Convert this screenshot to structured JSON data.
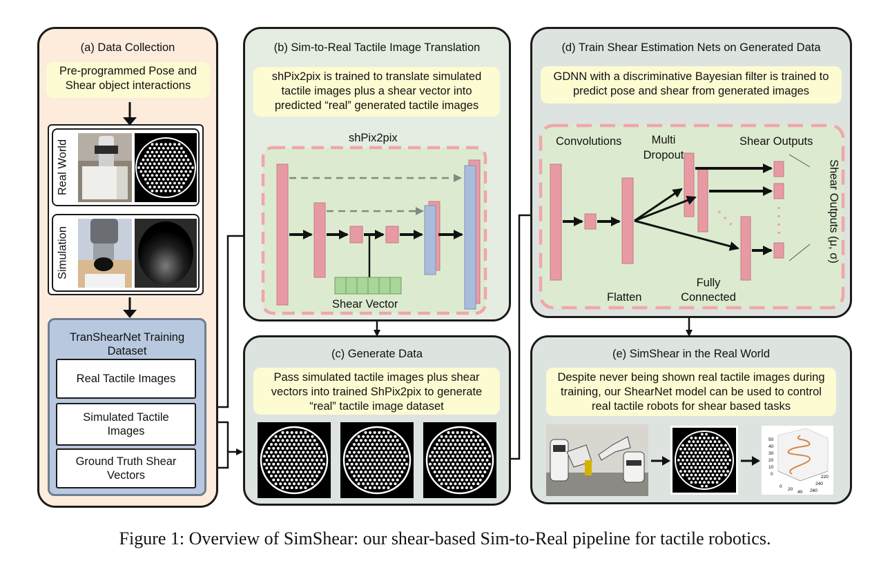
{
  "panel_a": {
    "title": "(a) Data Collection",
    "note": "Pre-programmed Pose and Shear object interactions",
    "real_world_label": "Real World",
    "simulation_label": "Simulation",
    "dataset_title": "TranShearNet Training Dataset",
    "items": [
      "Real Tactile Images",
      "Simulated Tactile Images",
      "Ground Truth Shear Vectors"
    ]
  },
  "panel_b": {
    "title": "(b) Sim-to-Real Tactile Image Translation",
    "note": "shPix2pix is trained to translate simulated tactile images plus a shear vector into predicted “real” generated tactile images",
    "net_label": "shPix2pix",
    "shear_vector_label": "Shear Vector"
  },
  "panel_c": {
    "title": "(c) Generate Data",
    "note": "Pass simulated tactile images plus shear vectors into trained ShPix2pix to generate “real” tactile image dataset"
  },
  "panel_d": {
    "title": "(d) Train Shear Estimation Nets on Generated Data",
    "note": "GDNN with a discriminative Bayesian filter is trained to predict pose and shear from generated images",
    "convolutions": "Convolutions",
    "multi_dropout": "Multi Dropout",
    "shear_outputs": "Shear Outputs",
    "flatten": "Flatten",
    "fully_connected": "Fully Connected",
    "shear_outputs_vertical": "Shear Outputs (μ, σ)"
  },
  "panel_e": {
    "title": "(e) SimShear in the Real World",
    "note": "Despite never being shown real tactile images during training, our ShearNet model can be used to control real tactile robots for shear based tasks",
    "plot_z_ticks": [
      "50",
      "40",
      "30",
      "20",
      "10",
      "0"
    ],
    "plot_x_ticks": [
      "0",
      "20",
      "40"
    ],
    "plot_y_ticks": [
      "220",
      "240",
      "260"
    ]
  },
  "caption": "Figure 1: Overview of SimShear: our shear-based Sim-to-Real pipeline for tactile robotics.",
  "colors": {
    "panel_a_bg": "#fdecdc",
    "panel_green_bg": "#e5ede2",
    "panel_gray_bg": "#dde3df",
    "dataset_bg": "#b8c8de",
    "note_bg": "#fdfbd2",
    "layer_pink": "#e89aa4",
    "layer_blue": "#aabcdc",
    "dashed_pink": "#f0a6ab",
    "net_bg": "#dcebcf",
    "shear_green": "#a9d69a",
    "dashed_gray": "#7d8c80"
  }
}
